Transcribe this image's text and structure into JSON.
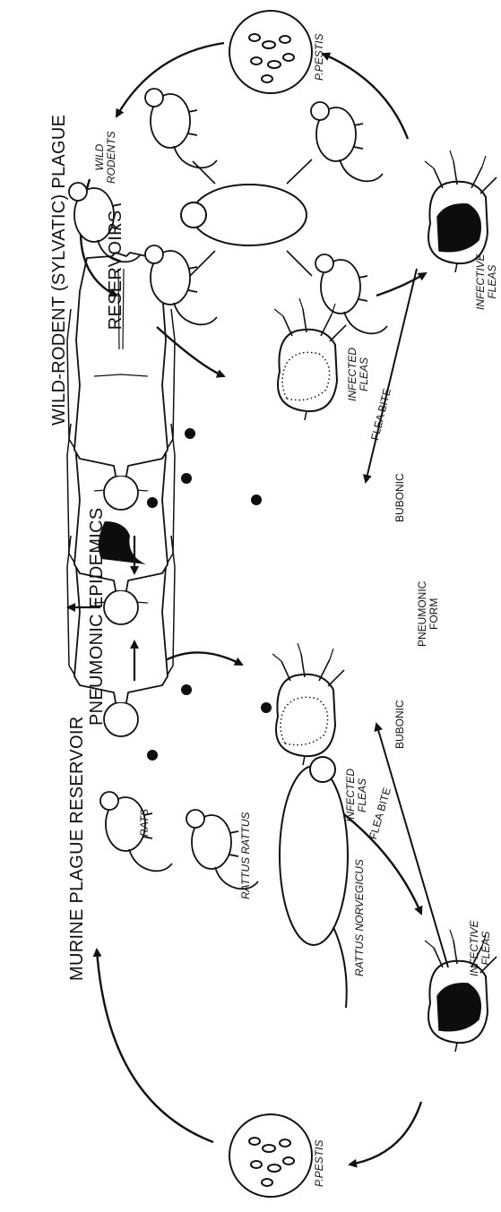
{
  "headings": {
    "murine": "MURINE PLAGUE RESERVOIR",
    "pneumonic": "PNEUMONIC EPIDEMICS",
    "wild_line1": "WILD-RODENT (SYLVATIC) PLAGUE",
    "wild_line2": "RESERVOIRS"
  },
  "murine": {
    "rats": "RATS",
    "rattus_rattus": "RATTUS RATTUS",
    "rattus_norvegicus": "RATTUS NORVEGICUS",
    "infected_fleas_1": "INFECTED",
    "infected_fleas_2": "FLEAS",
    "infective_fleas_1": "INFECTIVE",
    "infective_fleas_2": "FLEAS",
    "pestis": "P.PESTIS",
    "flea_bite": "FLEA BITE"
  },
  "humans": {
    "left": "BUBONIC",
    "middle_1": "PNEUMONIC",
    "middle_2": "FORM",
    "right": "BUBONIC"
  },
  "wild": {
    "wild_rodents_1": "WILD",
    "wild_rodents_2": "RODENTS",
    "infected_fleas_1": "INFECTED",
    "infected_fleas_2": "FLEAS",
    "infective_fleas_1": "INFECTIVE",
    "infective_fleas_2": "FLEAS",
    "pestis": "P.PESTIS",
    "flea_bite": "FLEA BITE"
  },
  "colors": {
    "ink": "#111111",
    "paper": "#ffffff",
    "dark_fill": "#0d0d0d"
  }
}
